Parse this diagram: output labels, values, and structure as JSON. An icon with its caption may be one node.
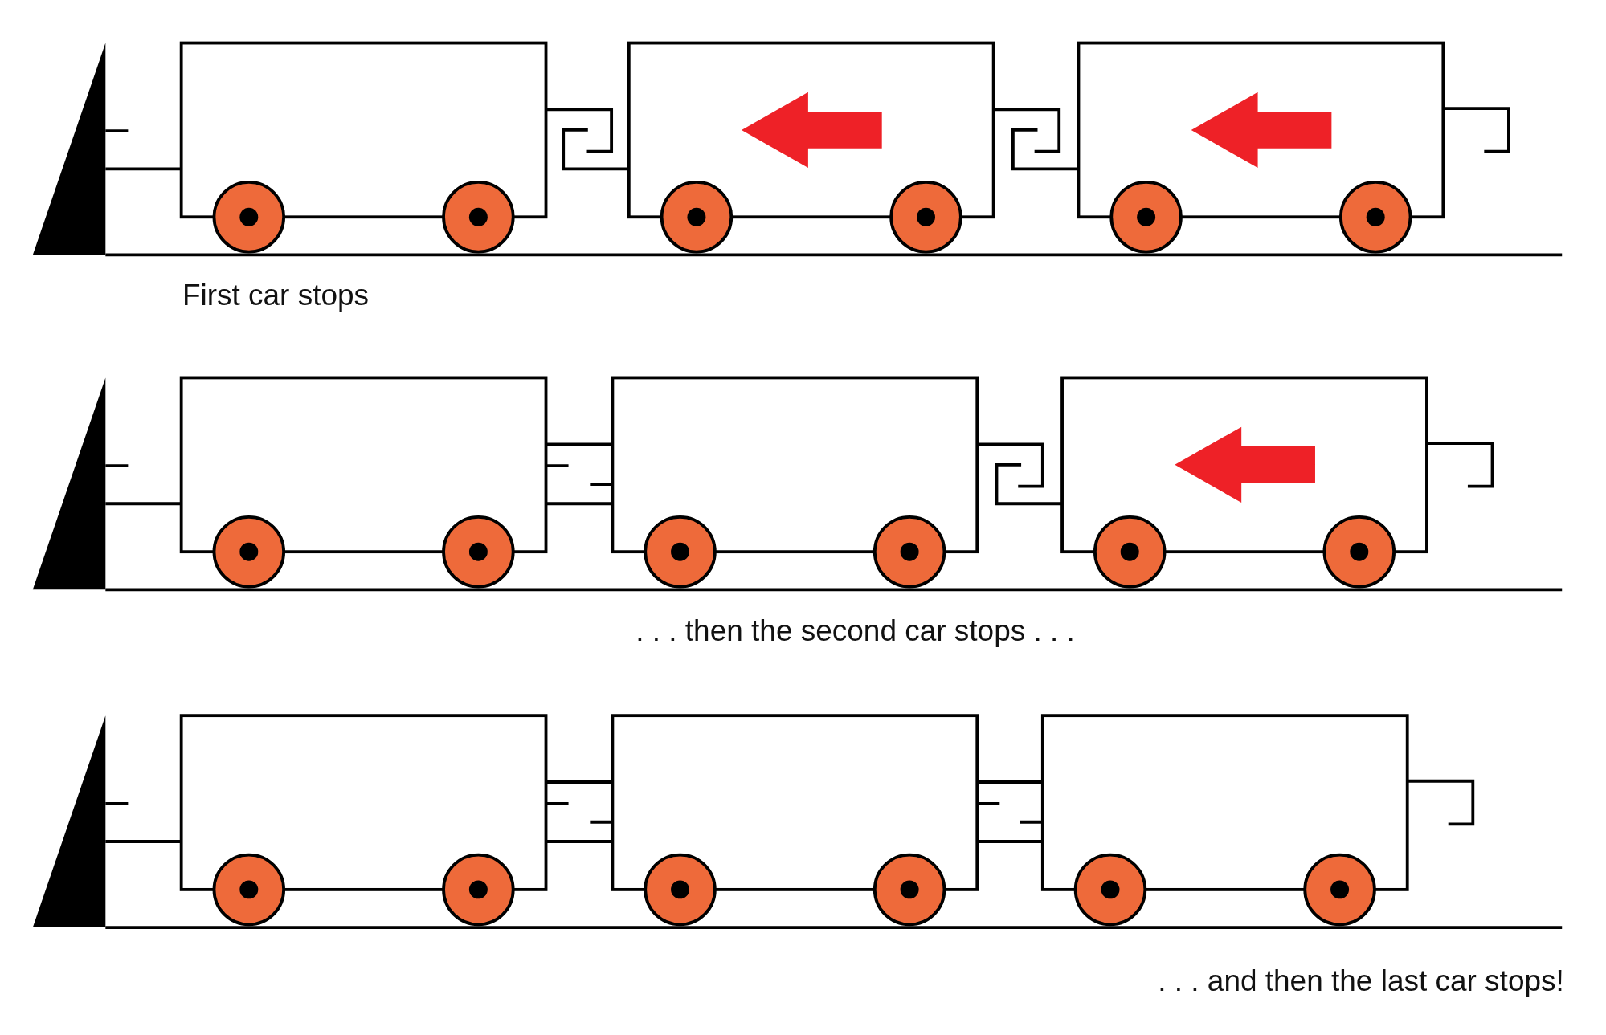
{
  "diagram": {
    "labels": [
      "First car stops",
      ". . . then the second car stops . . .",
      ". . . and then the last car stops!"
    ]
  }
}
